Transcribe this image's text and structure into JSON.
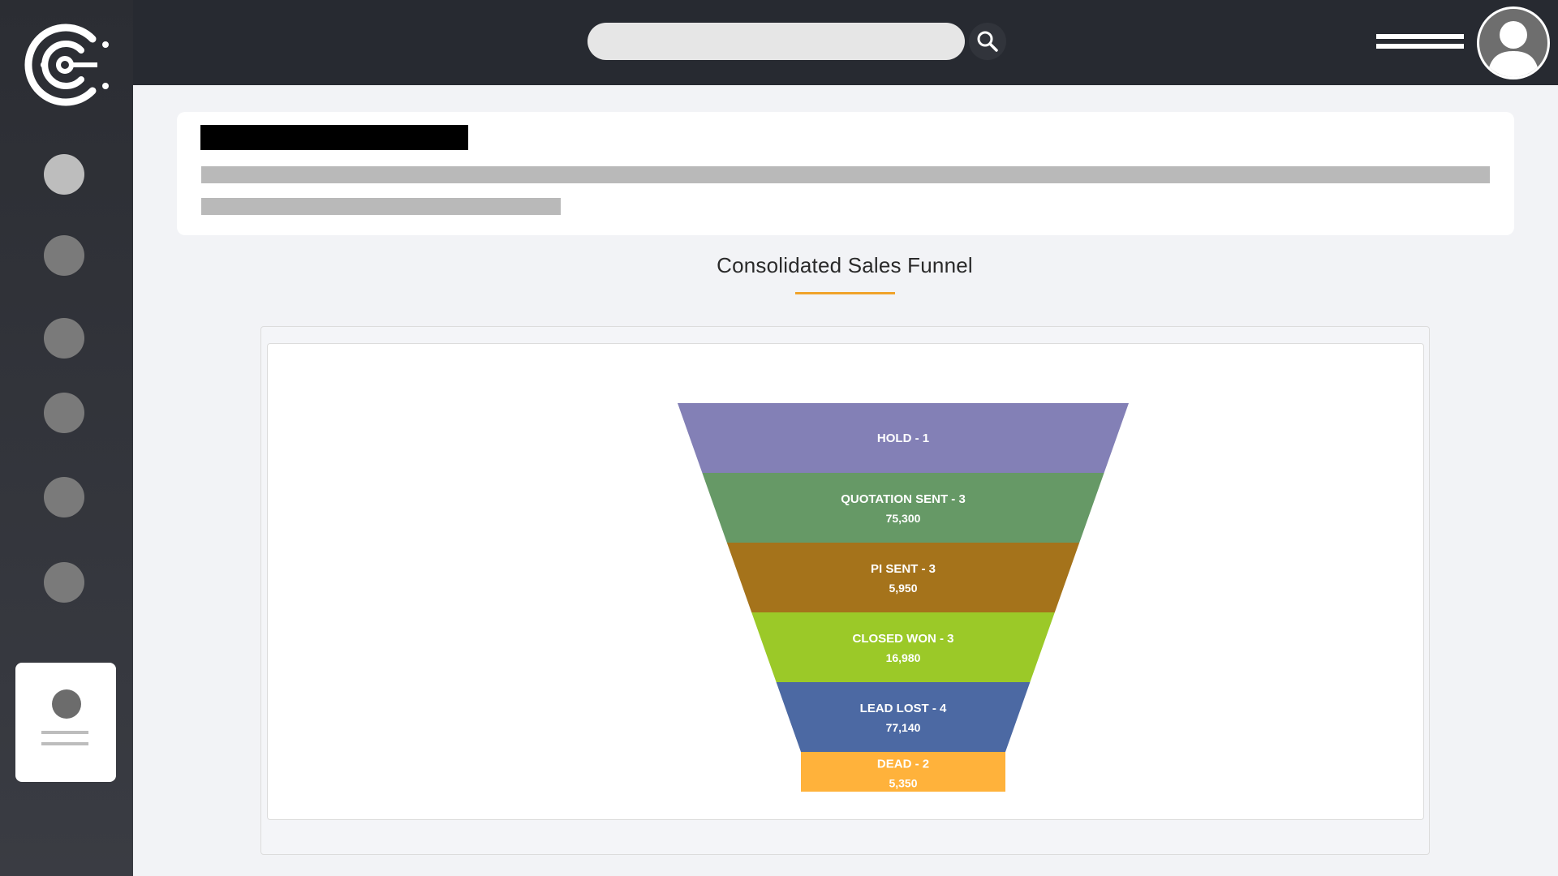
{
  "header": {
    "search": {
      "placeholder": ""
    },
    "search_icon": "search-icon",
    "menu_icon": "menu-icon",
    "avatar_icon": "user-icon"
  },
  "sidebar": {
    "logo_icon": "app-logo-icon",
    "items": [
      {
        "icon": "nav-icon",
        "active": true
      },
      {
        "icon": "nav-icon"
      },
      {
        "icon": "nav-icon"
      },
      {
        "icon": "nav-icon"
      },
      {
        "icon": "nav-icon"
      },
      {
        "icon": "nav-icon"
      }
    ],
    "profile_card_icon": "profile-icon"
  },
  "page": {
    "section_title": "Consolidated Sales Funnel",
    "accent_color": "#f0a32a"
  },
  "chart_data": {
    "type": "funnel",
    "stages": [
      {
        "label": "HOLD - 1",
        "value": "",
        "color": "#8380b6"
      },
      {
        "label": "QUOTATION SENT - 3",
        "value": "75,300",
        "color": "#669966"
      },
      {
        "label": "PI SENT - 3",
        "value": "5,950",
        "color": "#a5731b"
      },
      {
        "label": "CLOSED WON - 3",
        "value": "16,980",
        "color": "#9bc928"
      },
      {
        "label": "LEAD LOST - 4",
        "value": "77,140",
        "color": "#4c69a3"
      },
      {
        "label": "DEAD - 2",
        "value": "5,350",
        "color": "#ffb23b"
      }
    ]
  }
}
